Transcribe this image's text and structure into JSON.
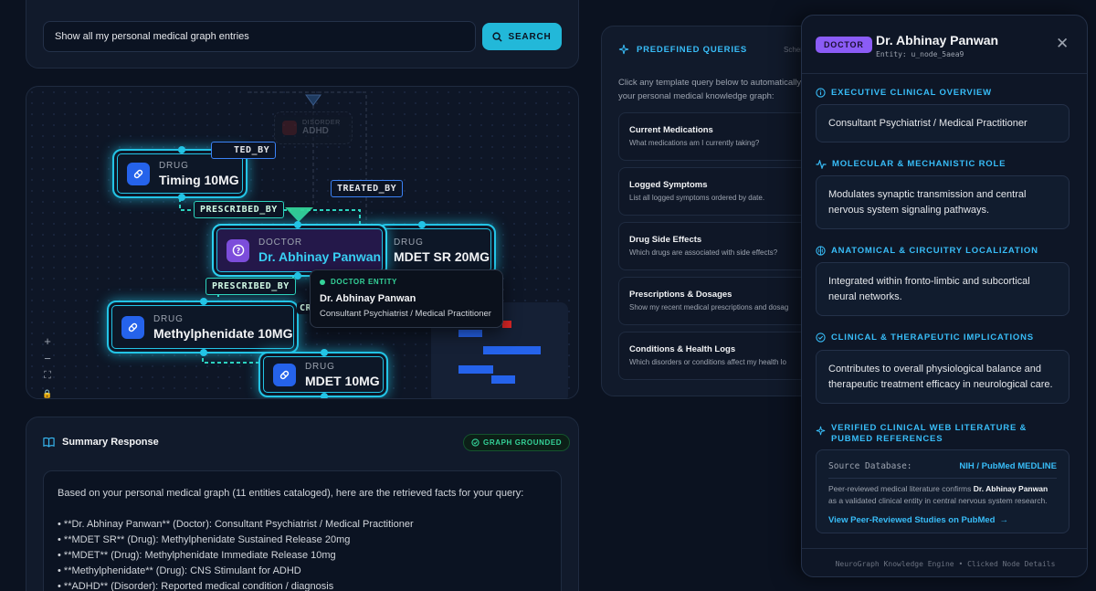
{
  "search": {
    "value": "Show all my personal medical graph entries",
    "button_label": "SEARCH"
  },
  "graph": {
    "ghost_node": {
      "kind": "DISORDER",
      "name": "ADHD"
    },
    "nodes": [
      {
        "id": "timing",
        "kind": "DRUG",
        "name": "Timing 10MG"
      },
      {
        "id": "doctor",
        "kind": "DOCTOR",
        "name": "Dr. Abhinay Panwan"
      },
      {
        "id": "mdet-sr",
        "kind": "DRUG",
        "name": "MDET SR 20MG"
      },
      {
        "id": "methylphenidate",
        "kind": "DRUG",
        "name": "Methylphenidate 10MG"
      },
      {
        "id": "mdet",
        "kind": "DRUG",
        "name": "MDET 10MG"
      }
    ],
    "edge_labels": {
      "treated_by_top": "TED_BY",
      "treated_by_right": "TREATED_BY",
      "prescribed_by_top": "PRESCRIBED_BY",
      "prescribed_by_bottom": "PRESCRIBED_BY",
      "partial_hidden": "CR"
    },
    "tooltip": {
      "header": "DOCTOR ENTITY",
      "name": "Dr. Abhinay Panwan",
      "role": "Consultant Psychiatrist / Medical Practitioner"
    },
    "controls": [
      "+",
      "−",
      "⛶",
      "🔒"
    ]
  },
  "summary": {
    "title": "Summary Response",
    "badge": "GRAPH GROUNDED",
    "intro": "Based on your personal medical graph (11 entities cataloged), here are the retrieved facts for your query:",
    "items": [
      "• **Dr. Abhinay Panwan** (Doctor): Consultant Psychiatrist / Medical Practitioner",
      "• **MDET SR** (Drug): Methylphenidate Sustained Release 20mg",
      "• **MDET** (Drug): Methylphenidate Immediate Release 10mg",
      "• **Methylphenidate** (Drug): CNS Stimulant for ADHD",
      "• **ADHD** (Disorder): Reported medical condition / diagnosis"
    ]
  },
  "queries": {
    "title": "PREDEFINED QUERIES",
    "tab_label": "Schem",
    "intro_line1": "Click any template query below to automatically",
    "intro_line2": "your personal medical knowledge graph:",
    "items": [
      {
        "title": "Current Medications",
        "desc": "What medications am I currently taking?"
      },
      {
        "title": "Logged Symptoms",
        "desc": "List all logged symptoms ordered by date."
      },
      {
        "title": "Drug Side Effects",
        "desc": "Which drugs are associated with side effects?"
      },
      {
        "title": "Prescriptions & Dosages",
        "desc": "Show my recent medical prescriptions and dosag"
      },
      {
        "title": "Conditions & Health Logs",
        "desc": "Which disorders or conditions affect my health lo"
      }
    ]
  },
  "details": {
    "badge": "DOCTOR",
    "name": "Dr. Abhinay Panwan",
    "entity_id": "Entity: u_node_5aea9",
    "sections": [
      {
        "title": "EXECUTIVE CLINICAL OVERVIEW",
        "icon": "info-icon",
        "body": "Consultant Psychiatrist / Medical Practitioner"
      },
      {
        "title": "MOLECULAR & MECHANISTIC ROLE",
        "icon": "pulse-icon",
        "body": "Modulates synaptic transmission and central nervous system signaling pathways."
      },
      {
        "title": "ANATOMICAL & CIRCUITRY LOCALIZATION",
        "icon": "brain-icon",
        "body": "Integrated within fronto-limbic and subcortical neural networks."
      },
      {
        "title": "CLINICAL & THERAPEUTIC IMPLICATIONS",
        "icon": "check-circle-icon",
        "body": "Contributes to overall physiological balance and therapeutic treatment efficacy in neurological care."
      }
    ],
    "literature": {
      "title": "VERIFIED CLINICAL WEB LITERATURE & PUBMED REFERENCES",
      "source_label": "Source Database:",
      "source_value": "NIH / PubMed MEDLINE",
      "text_before": "Peer-reviewed medical literature confirms",
      "text_bold": "Dr. Abhinay Panwan",
      "text_after": "as a validated clinical entity in central nervous system research.",
      "link": "View Peer-Reviewed Studies on PubMed"
    },
    "footer": "NeuroGraph Knowledge Engine • Clicked Node Details"
  },
  "colors": {
    "accent": "#22b8d9",
    "doctor_badge": "#8b5cf6",
    "node_glow": "#23c4e6",
    "grounded": "#34d399"
  }
}
